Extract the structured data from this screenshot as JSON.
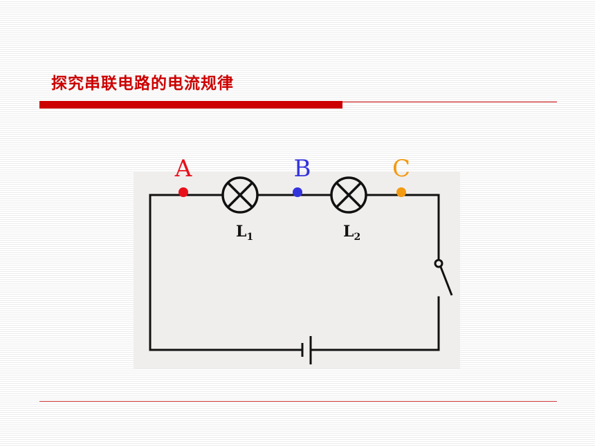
{
  "slide": {
    "title": "探究串联电路的电流规律"
  },
  "diagram": {
    "points": [
      {
        "label": "A",
        "color": "#e8101a"
      },
      {
        "label": "B",
        "color": "#3333dd"
      },
      {
        "label": "C",
        "color": "#f39a12"
      }
    ],
    "lamps": [
      {
        "base": "L",
        "sub": "1"
      },
      {
        "base": "L",
        "sub": "2"
      }
    ],
    "components": [
      "lamp-icon",
      "lamp-icon",
      "switch-icon",
      "battery-icon"
    ]
  },
  "colors": {
    "accent": "#cc0000",
    "wire": "#111111",
    "panel": "#f0eeed"
  }
}
